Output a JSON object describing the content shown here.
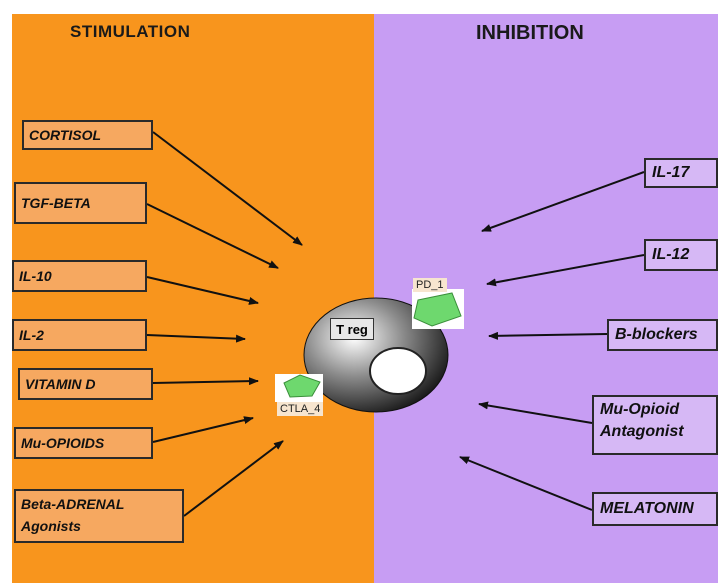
{
  "headings": {
    "stimulation": "STIMULATION",
    "inhibition": "INHIBITION"
  },
  "stimulators": [
    {
      "label": "CORTISOL"
    },
    {
      "label": "TGF-BETA"
    },
    {
      "label": "IL-10"
    },
    {
      "label": "IL-2"
    },
    {
      "label": "VITAMIN D"
    },
    {
      "label": "Mu-OPIOIDS"
    },
    {
      "label_line1": "Beta-ADRENAL",
      "label_line2": "Agonists"
    }
  ],
  "inhibitors": [
    {
      "label": "IL-17"
    },
    {
      "label": "IL-12"
    },
    {
      "label": "B-blockers"
    },
    {
      "label_line1": "Mu-Opioid",
      "label_line2": "Antagonist"
    },
    {
      "label": "MELATONIN"
    }
  ],
  "cell": {
    "label": "T reg"
  },
  "receptors": {
    "pd1": "PD_1",
    "ctla4": "CTLA_4"
  },
  "colors": {
    "stimulation_bg": "#f8951d",
    "inhibition_bg": "#c79df3",
    "receptor": "#6ed86e"
  }
}
